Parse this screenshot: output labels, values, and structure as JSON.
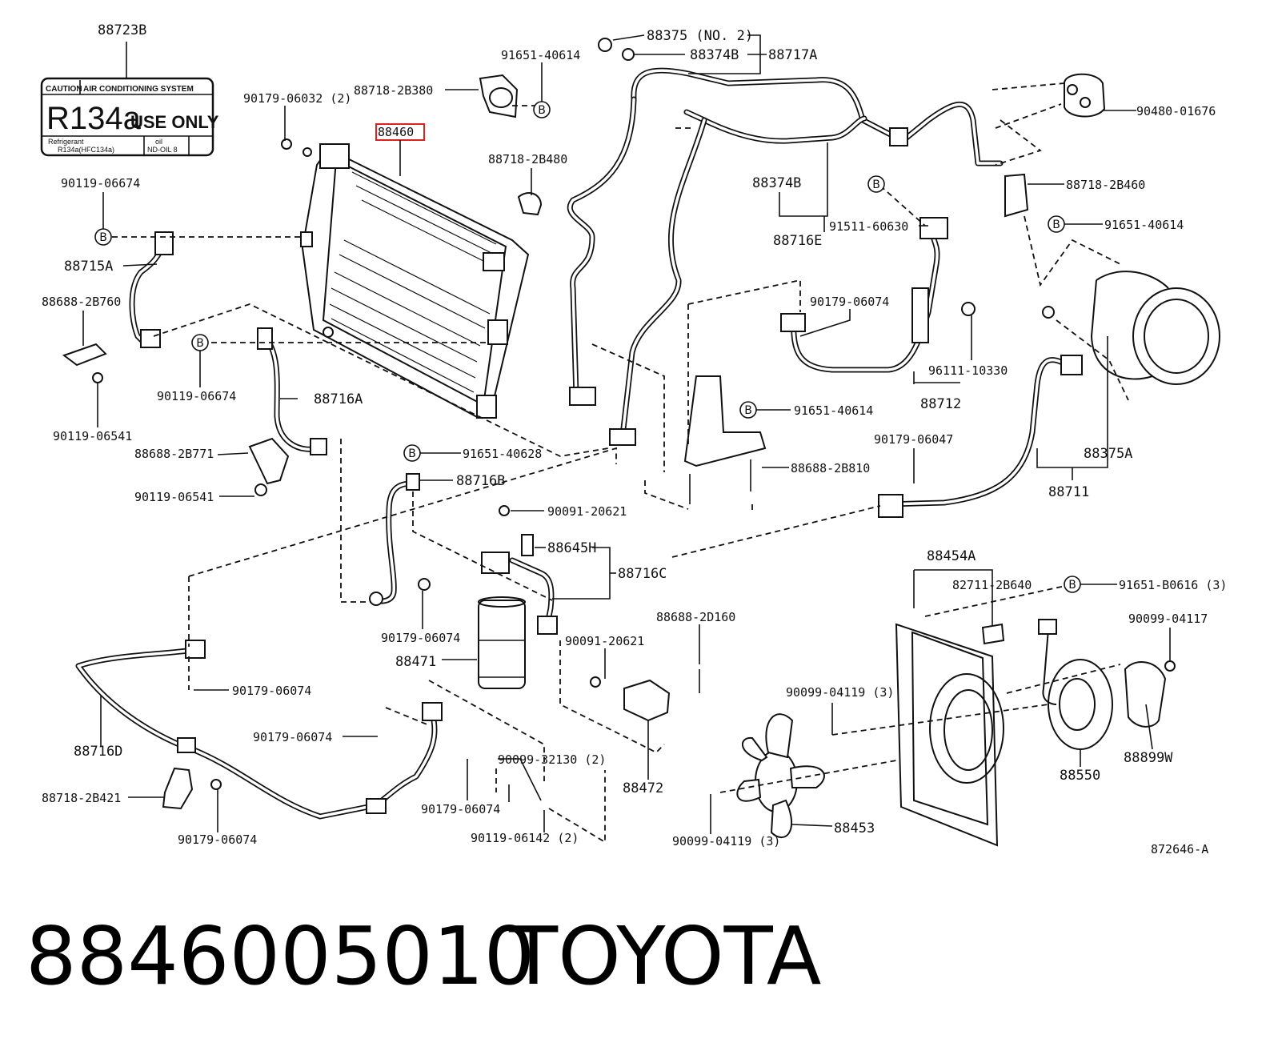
{
  "highlighted_part": "88460",
  "footer": {
    "part_number": "8846005010",
    "brand": "TOYOTA"
  },
  "diagram_id": "872646-A",
  "warning_label": {
    "part": "88723B",
    "caution": "CAUTION",
    "system": "AIR CONDITIONING SYSTEM",
    "refrigerant_big": "R134a",
    "use_only": "USE ONLY",
    "refrigerant_small": "Refrigerant",
    "refrigerant_spec": "R134a(HFC134a)",
    "oil": "oil",
    "oil_spec": "ND-OIL 8"
  },
  "ref_marker": "B",
  "labels": {
    "l88375": "88375 (NO. 2)",
    "l88374b_top": "88374B",
    "l88717a": "88717A",
    "l91651_40614_top": "91651-40614",
    "l88718_2b380": "88718-2B380",
    "l90480_01676": "90480-01676",
    "l90179_06032": "90179-06032 (2)",
    "l88718_2b480": "88718-2B480",
    "l88374b_mid": "88374B",
    "l88716e": "88716E",
    "l88718_2b460": "88718-2B460",
    "l91511_60630": "91511-60630",
    "l91651_40614_right": "91651-40614",
    "l90119_06674_top": "90119-06674",
    "l88715a": "88715A",
    "l88688_2b760": "88688-2B760",
    "l90119_06674_mid": "90119-06674",
    "l90119_06541_left": "90119-06541",
    "l88716a": "88716A",
    "l90179_06074_upper": "90179-06074",
    "l96111_10330": "96111-10330",
    "l88712": "88712",
    "l91651_40614_mid": "91651-40614",
    "l88688_2b771": "88688-2B771",
    "l90119_06541_mid": "90119-06541",
    "l91651_40628": "91651-40628",
    "l88716b": "88716B",
    "l88688_2b810": "88688-2B810",
    "l90179_06047": "90179-06047",
    "l88375a": "88375A",
    "l88711": "88711",
    "l90091_20621_top": "90091-20621",
    "l88645h": "88645H",
    "l88716c": "88716C",
    "l88454a": "88454A",
    "l82711_2b640": "82711-2B640",
    "l91651_b0616": "91651-B0616 (3)",
    "l90179_06074_mid": "90179-06074",
    "l88471": "88471",
    "l90091_20621_bot": "90091-20621",
    "l88688_2d160": "88688-2D160",
    "l90099_04117": "90099-04117",
    "l90179_06074_left": "90179-06074",
    "l88716d": "88716D",
    "l90179_06074_center": "90179-06074",
    "l90099_32130": "90099-32130 (2)",
    "l88472": "88472",
    "l90099_04119_top": "90099-04119 (3)",
    "l88550": "88550",
    "l88899w": "88899W",
    "l88718_2b421": "88718-2B421",
    "l90179_06074_low": "90179-06074",
    "l90179_06074_bottom": "90179-06074",
    "l90119_06142": "90119-06142 (2)",
    "l88453": "88453",
    "l90099_04119_bot": "90099-04119 (3)"
  }
}
